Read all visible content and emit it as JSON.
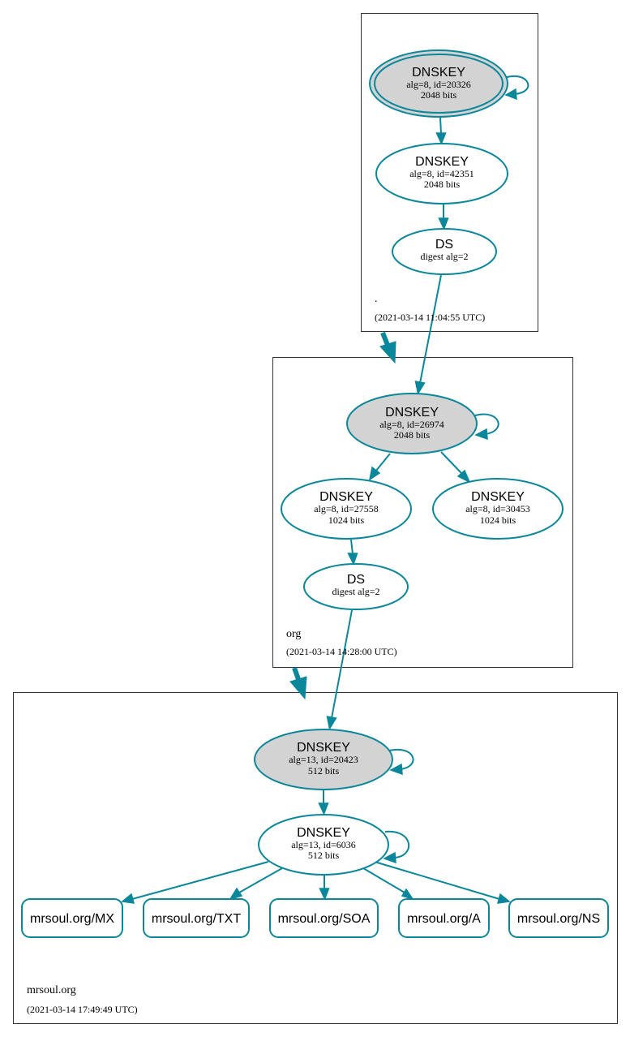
{
  "colors": {
    "accent": "#0a879a",
    "ksk_fill": "#d3d3d3",
    "zone_border": "#333333"
  },
  "zones": [
    {
      "name": ".",
      "timestamp": "(2021-03-14 11:04:55 UTC)",
      "nodes": [
        {
          "title": "DNSKEY",
          "line1": "alg=8, id=20326",
          "line2": "2048 bits"
        },
        {
          "title": "DNSKEY",
          "line1": "alg=8, id=42351",
          "line2": "2048 bits"
        },
        {
          "title": "DS",
          "line1": "digest alg=2"
        }
      ]
    },
    {
      "name": "org",
      "timestamp": "(2021-03-14 14:28:00 UTC)",
      "nodes": [
        {
          "title": "DNSKEY",
          "line1": "alg=8, id=26974",
          "line2": "2048 bits"
        },
        {
          "title": "DNSKEY",
          "line1": "alg=8, id=27558",
          "line2": "1024 bits"
        },
        {
          "title": "DNSKEY",
          "line1": "alg=8, id=30453",
          "line2": "1024 bits"
        },
        {
          "title": "DS",
          "line1": "digest alg=2"
        }
      ]
    },
    {
      "name": "mrsoul.org",
      "timestamp": "(2021-03-14 17:49:49 UTC)",
      "nodes": [
        {
          "title": "DNSKEY",
          "line1": "alg=13, id=20423",
          "line2": "512 bits"
        },
        {
          "title": "DNSKEY",
          "line1": "alg=13, id=6036",
          "line2": "512 bits"
        }
      ],
      "records": [
        "mrsoul.org/MX",
        "mrsoul.org/TXT",
        "mrsoul.org/SOA",
        "mrsoul.org/A",
        "mrsoul.org/NS"
      ]
    }
  ]
}
